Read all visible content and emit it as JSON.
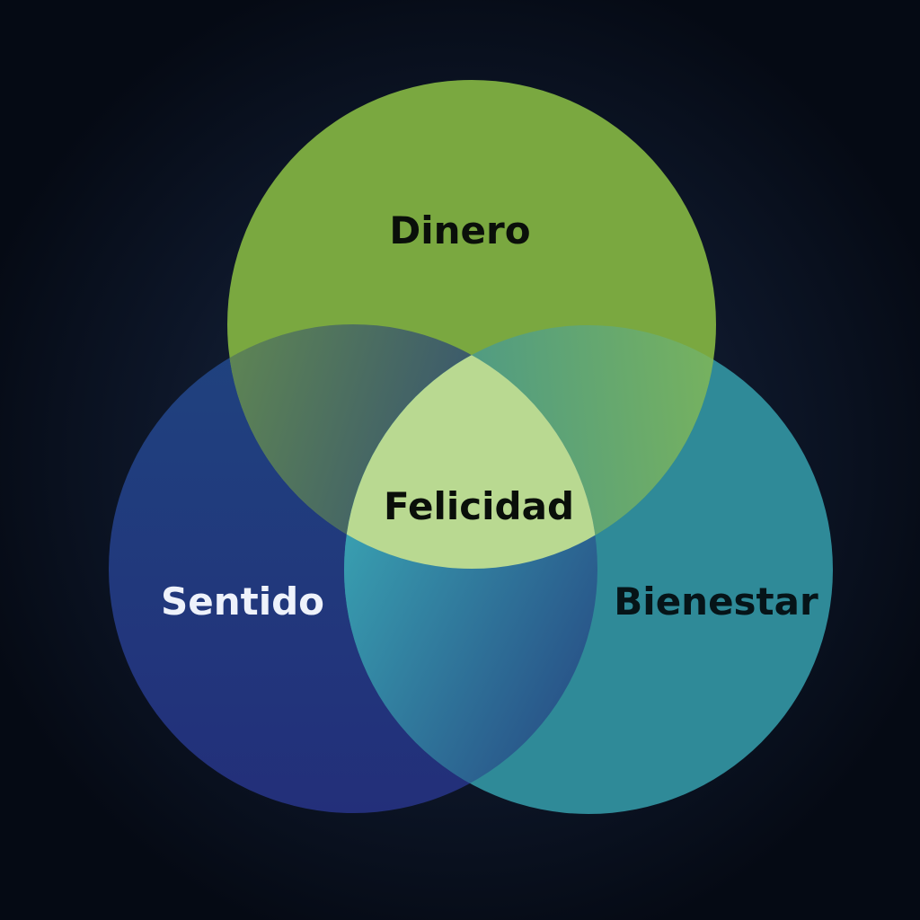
{
  "diagram": {
    "type": "venn",
    "sets": [
      {
        "id": "top",
        "label": "Dinero",
        "color": "#7aa840",
        "text_color": "#0a0f0a"
      },
      {
        "id": "left",
        "label": "Sentido",
        "color": "#1f3d80",
        "text_color": "#eef2fb"
      },
      {
        "id": "right",
        "label": "Bienestar",
        "color": "#2f8a98",
        "text_color": "#061418"
      }
    ],
    "center": {
      "label": "Felicidad",
      "color": "#b9d991",
      "text_color": "#0a0f0a"
    },
    "background": "#060b16"
  }
}
